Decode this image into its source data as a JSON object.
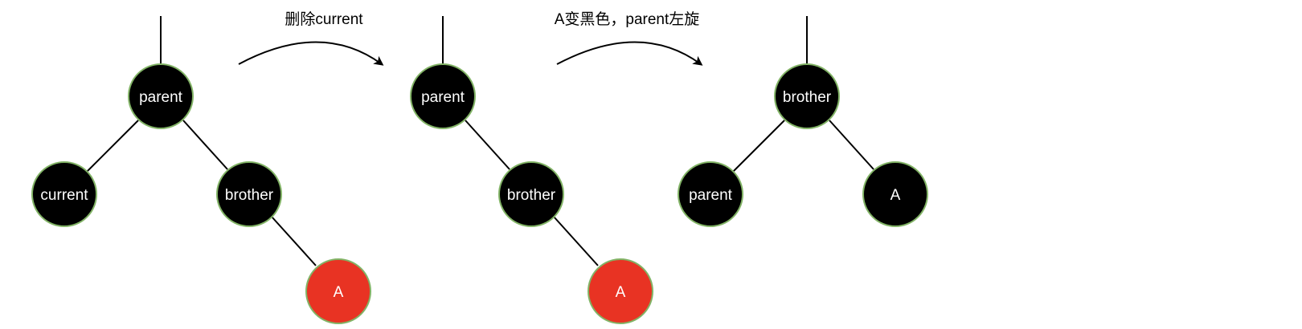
{
  "steps": [
    {
      "label": "删除current"
    },
    {
      "label": "A变黑色，parent左旋"
    }
  ],
  "trees": [
    {
      "nodes": [
        {
          "label": "parent",
          "color": "#000000"
        },
        {
          "label": "current",
          "color": "#000000"
        },
        {
          "label": "brother",
          "color": "#000000"
        },
        {
          "label": "A",
          "color": "#e83323"
        }
      ]
    },
    {
      "nodes": [
        {
          "label": "parent",
          "color": "#000000"
        },
        {
          "label": "brother",
          "color": "#000000"
        },
        {
          "label": "A",
          "color": "#e83323"
        }
      ]
    },
    {
      "nodes": [
        {
          "label": "brother",
          "color": "#000000"
        },
        {
          "label": "parent",
          "color": "#000000"
        },
        {
          "label": "A",
          "color": "#000000"
        }
      ]
    }
  ],
  "colors": {
    "node_border": "#82b366",
    "edge": "#000000",
    "red_node": "#e83323",
    "black_node": "#000000"
  }
}
